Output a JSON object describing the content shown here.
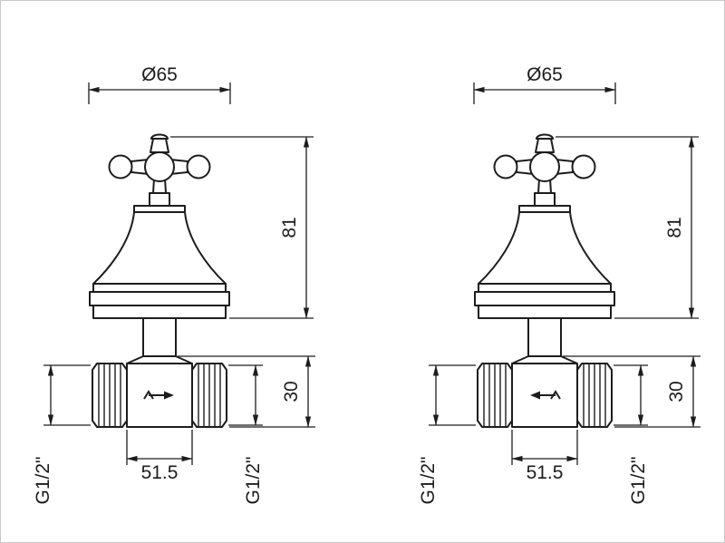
{
  "diagram": {
    "type": "technical-drawing",
    "description": "Dimensioned drawing of two concealed stop valves with cross handles, side connections and flow arrows",
    "line_color": "#1d1d1d",
    "background_color": "#ffffff",
    "valves": [
      {
        "name": "left-valve",
        "flow_direction": "right",
        "labels": {
          "diameter": "Ø65",
          "height": "81",
          "body_height": "30",
          "body_width": "51.5",
          "thread_left": "G1/2\"",
          "thread_right": "G1/2\""
        }
      },
      {
        "name": "right-valve",
        "flow_direction": "left",
        "labels": {
          "diameter": "Ø65",
          "height": "81",
          "body_height": "30",
          "body_width": "51.5",
          "thread_left": "G1/2\"",
          "thread_right": "G1/2\""
        }
      }
    ]
  }
}
